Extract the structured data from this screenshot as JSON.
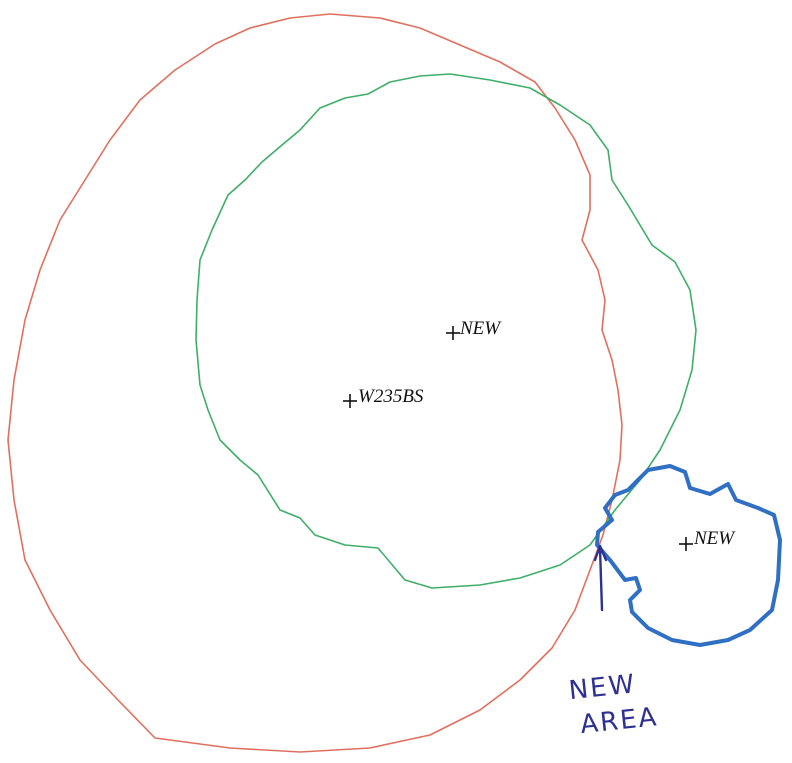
{
  "markers": {
    "new_upper": {
      "label": "NEW"
    },
    "w235bs": {
      "label": "W235BS"
    },
    "new_right": {
      "label": "NEW"
    }
  },
  "annotation": {
    "line1": "NEW",
    "line2": "AREA"
  },
  "colors": {
    "large_contour": "#e0705e",
    "medium_contour": "#3fae67",
    "new_contour": "#2f6fc4",
    "annotation_ink": "#2e3192",
    "marker_ink": "#111111"
  }
}
